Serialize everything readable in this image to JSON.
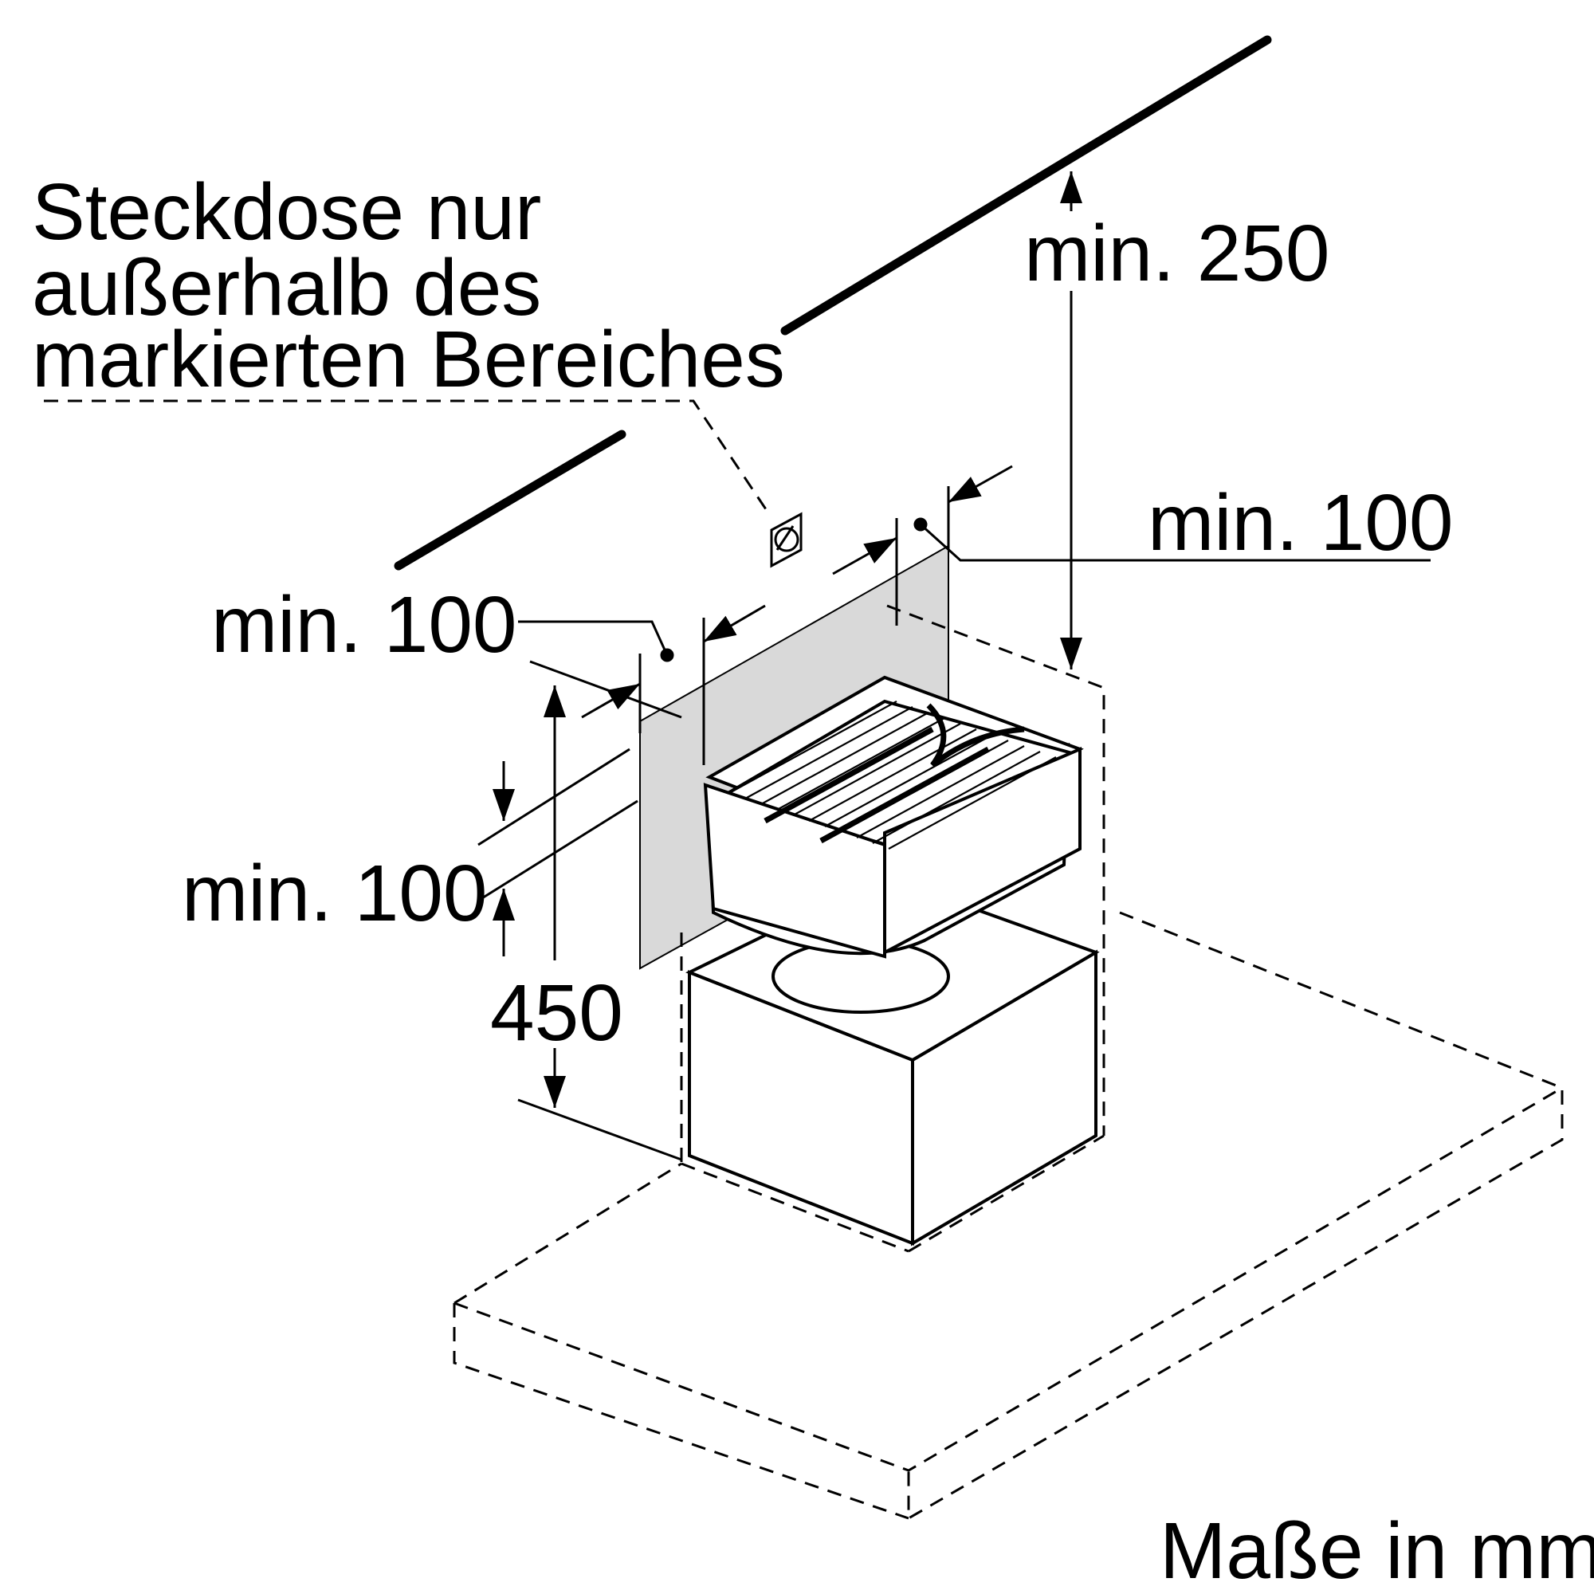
{
  "socket_note": {
    "line1": "Steckdose nur",
    "line2": "außerhalb des",
    "line3": "markierten Bereiches"
  },
  "dimensions": {
    "top_clearance": "min. 250",
    "right_side": "min. 100",
    "left_side": "min. 100",
    "bottom_clearance": "min. 100",
    "height": "450"
  },
  "units_note": "Maße in mm",
  "colors": {
    "line": "#000000",
    "shaded_area": "#d9d9d9"
  }
}
